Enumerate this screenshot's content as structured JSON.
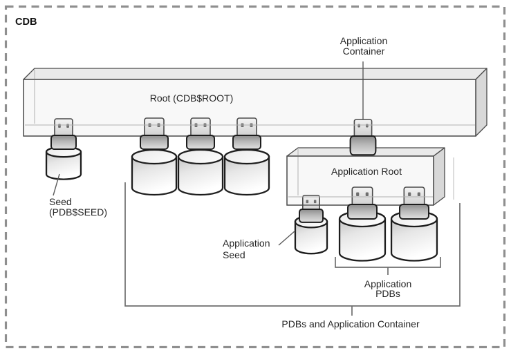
{
  "cdb": {
    "label": "CDB"
  },
  "root_bar": {
    "label": "Root (CDB$ROOT)"
  },
  "application_container": {
    "line1": "Application",
    "line2": "Container"
  },
  "application_root": {
    "label": "Application Root"
  },
  "seed": {
    "line1": "Seed",
    "line2": "(PDB$SEED)"
  },
  "application_seed": {
    "line1": "Application",
    "line2": "Seed"
  },
  "application_pdbs": {
    "line1": "Application",
    "line2": "PDBs"
  },
  "bottom_bracket": {
    "label": "PDBs and Application Container"
  },
  "icons": {
    "plug": "usb-plug-icon",
    "pdb": "database-cylinder-icon"
  },
  "colors": {
    "outline_dark": "#1d1d1d",
    "box_edge": "#4a4a4a",
    "box_top_face": "#eaeaea",
    "box_right_face": "#d8d8d8",
    "box_front_face": "#f8f8f8",
    "bracket_line": "#6e6e6e",
    "dashed_border": "#8f8f8f",
    "text": "#262626",
    "background": "#ffffff"
  }
}
